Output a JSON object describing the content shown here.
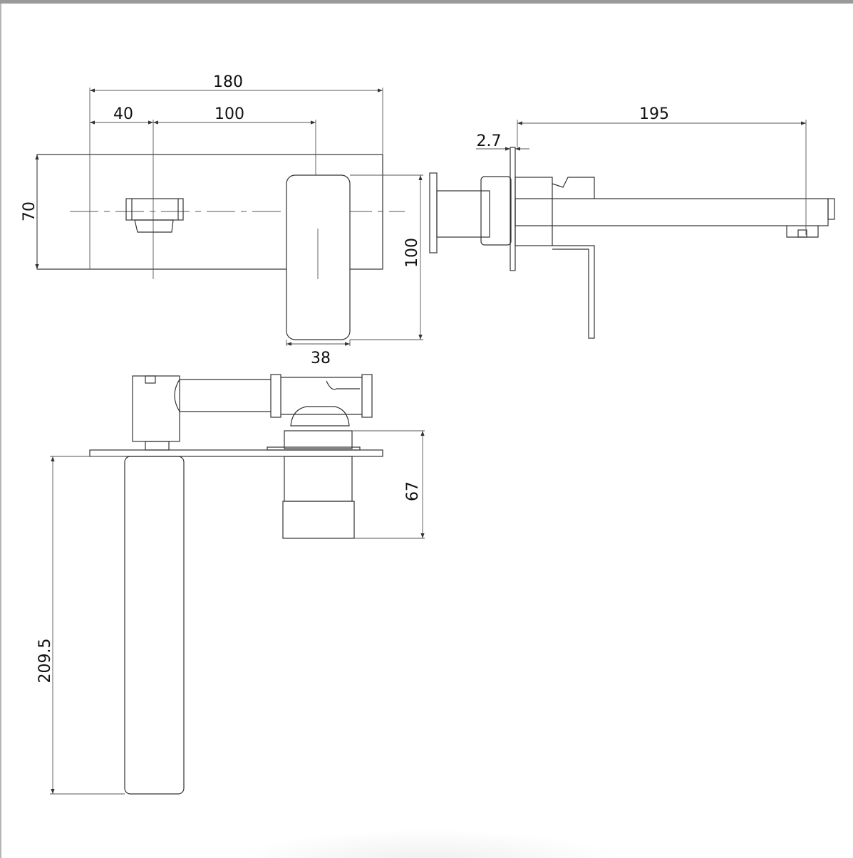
{
  "drawing": {
    "title": "Wall mixer with spout technical drawing",
    "dimensions": {
      "overall_width": "180",
      "handle_offset": "40",
      "centers": "100",
      "plate_height": "70",
      "handle_height": "100",
      "handle_width": "38",
      "plate_thickness": "2.7",
      "spout_projection": "195",
      "body_depth": "67",
      "spout_length": "209.5"
    },
    "colors": {
      "line": "#333333",
      "frame": "#9a9a9a"
    }
  }
}
